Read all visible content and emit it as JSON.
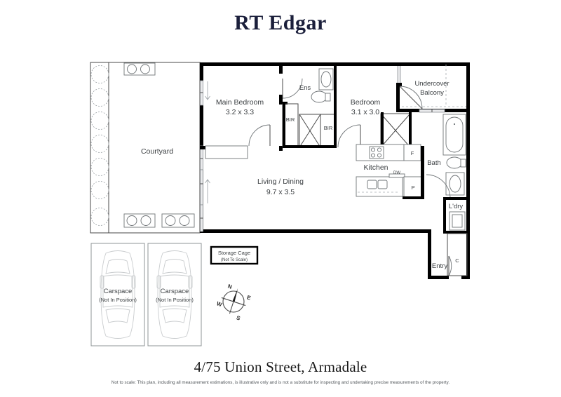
{
  "header": {
    "brand": "RT Edgar"
  },
  "footer": {
    "address": "4/75 Union Street, Armadale",
    "disclaimer": "Not to scale: This plan, including all measurement estimations, is illustrative only and is not a substitute for inspecting and undertaking precise measurements of the property."
  },
  "plan": {
    "rooms": [
      {
        "name": "courtyard",
        "label": "Courtyard",
        "dimensions": ""
      },
      {
        "name": "main-bedroom",
        "label": "Main Bedroom",
        "dimensions": "3.2 x 3.3"
      },
      {
        "name": "bedroom-2",
        "label": "Bedroom",
        "dimensions": "3.1 x 3.0"
      },
      {
        "name": "living-dining",
        "label": "Living / Dining",
        "dimensions": "9.7 x 3.5"
      },
      {
        "name": "kitchen",
        "label": "Kitchen",
        "dimensions": ""
      },
      {
        "name": "ensuite",
        "label": "Ens",
        "dimensions": ""
      },
      {
        "name": "bathroom",
        "label": "Bath",
        "dimensions": ""
      },
      {
        "name": "laundry",
        "label": "L'dry",
        "dimensions": ""
      },
      {
        "name": "entry",
        "label": "Entry",
        "dimensions": ""
      },
      {
        "name": "undercover-balcony",
        "label_line1": "Undercover",
        "label_line2": "Balcony"
      }
    ],
    "fixtures": [
      {
        "name": "bir-1",
        "label": "BIR"
      },
      {
        "name": "bir-2",
        "label": "BIR"
      },
      {
        "name": "fridge",
        "label": "F"
      },
      {
        "name": "pantry",
        "label": "P"
      },
      {
        "name": "dishwasher",
        "label": "DW"
      },
      {
        "name": "cupboard",
        "label": "C"
      }
    ],
    "carspaces": [
      {
        "label": "Carspace",
        "note": "(Not In Position)"
      },
      {
        "label": "Carspace",
        "note": "(Not In Position)"
      }
    ],
    "storage_cage": {
      "label": "Storage Cage",
      "note": "(Not To Scale)"
    },
    "compass": {
      "north": "N",
      "east": "E",
      "south": "S",
      "west": "W"
    }
  }
}
